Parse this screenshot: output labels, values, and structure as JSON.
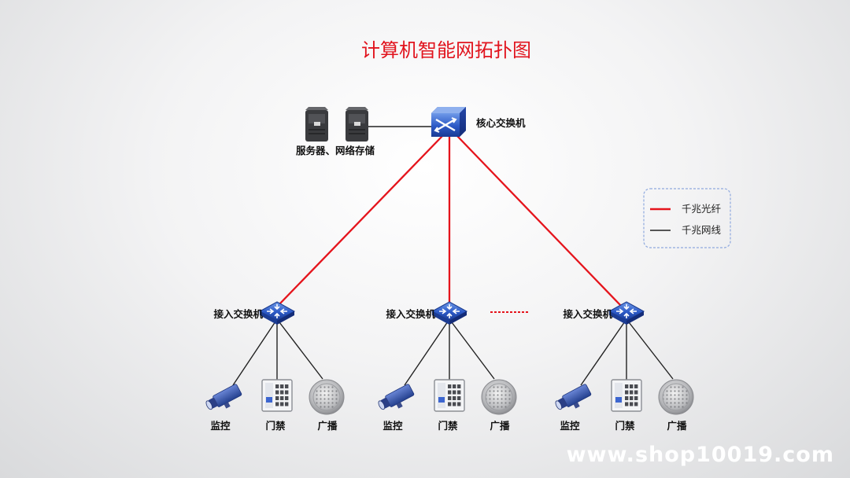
{
  "title": "计算机智能网拓扑图",
  "core_switch": {
    "label": "核心交换机",
    "icon": "core-switch-icon"
  },
  "servers": {
    "label": "服务器、网络存储",
    "icon": "server-icon",
    "count": 2
  },
  "access_switches": [
    {
      "label": "接入交换机",
      "devices": [
        "监控",
        "门禁",
        "广播"
      ]
    },
    {
      "label": "接入交换机",
      "devices": [
        "监控",
        "门禁",
        "广播"
      ]
    },
    {
      "label": "接入交换机",
      "devices": [
        "监控",
        "门禁",
        "广播"
      ]
    }
  ],
  "legend": [
    {
      "label": "千兆光纤",
      "color": "#e5141c"
    },
    {
      "label": "千兆网线",
      "color": "#222222"
    }
  ],
  "colors": {
    "fiber": "#e5141c",
    "ethernet": "#222222",
    "title": "#e1141e",
    "switch": "#2a57c4"
  },
  "watermark": "www.shop10019.com"
}
